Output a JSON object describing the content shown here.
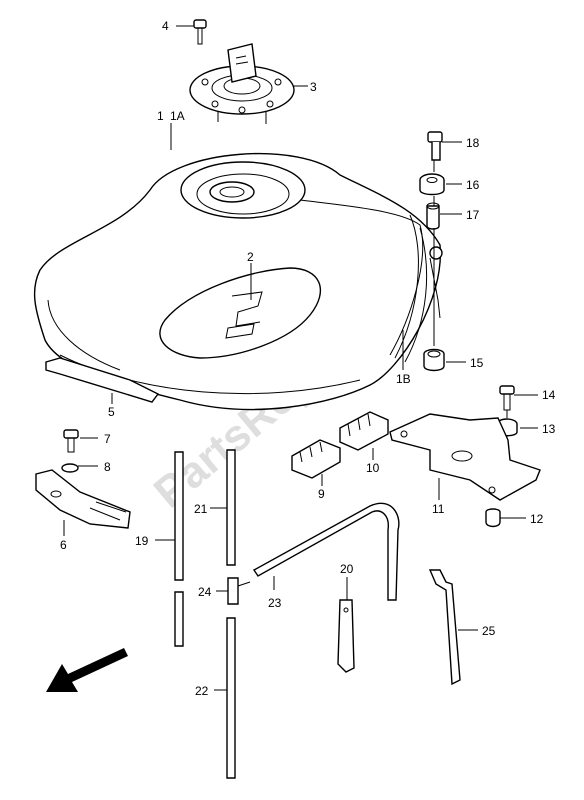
{
  "watermark": "PartsRepublik",
  "callouts": {
    "c4": "4",
    "c3": "3",
    "c1": "1",
    "c1a": "1A",
    "c2": "2",
    "c18": "18",
    "c16": "16",
    "c17": "17",
    "c15": "15",
    "c1b": "1B",
    "c14": "14",
    "c13": "13",
    "c12": "12",
    "c11": "11",
    "c10": "10",
    "c9": "9",
    "c5": "5",
    "c7": "7",
    "c8": "8",
    "c6": "6",
    "c19": "19",
    "c21": "21",
    "c24": "24",
    "c22": "22",
    "c23": "23",
    "c20": "20",
    "c25": "25"
  },
  "icons": {
    "front": "front-arrow-icon",
    "brand": "suzuki-s-emblem"
  }
}
